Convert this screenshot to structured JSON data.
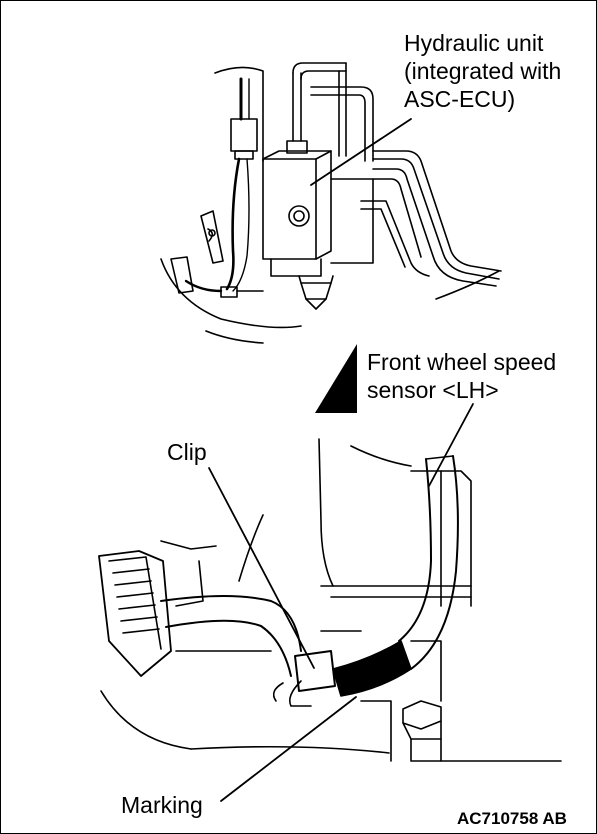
{
  "labels": {
    "hydraulic_unit": [
      "Hydraulic unit",
      "(integrated with",
      "ASC-ECU)"
    ],
    "front_wheel_speed_sensor": [
      "Front wheel speed",
      "sensor <LH>"
    ],
    "clip": "Clip",
    "marking": "Marking"
  },
  "figure_code": "AC710758 AB",
  "colors": {
    "line": "#000000",
    "background": "#ffffff"
  }
}
